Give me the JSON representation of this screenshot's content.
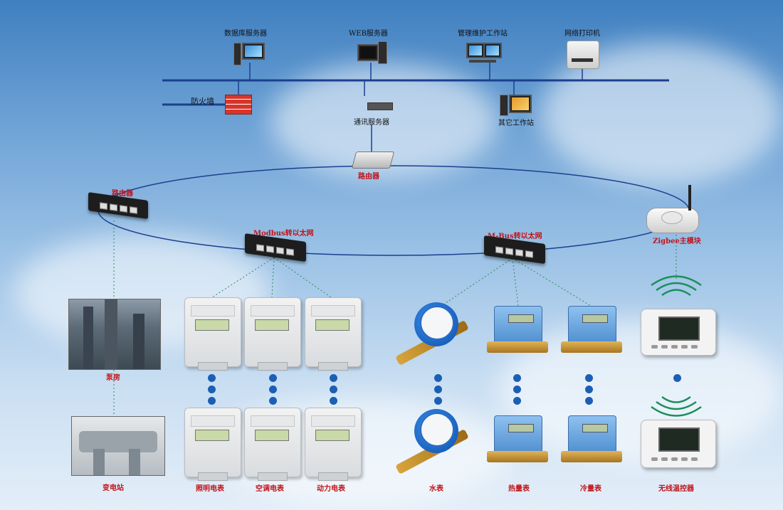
{
  "servers": {
    "database": "数据库服务器",
    "web": "WEB服务器",
    "maintenance": "管理维护工作站",
    "printer": "网络打印机"
  },
  "firewall": "防火墙",
  "comm_server": "通讯服务器",
  "other_workstation": "其它工作站",
  "router_center": "路由器",
  "router_left": "路由器",
  "modbus": "Modbus转以太网",
  "mbus": "M-Bus转以太网",
  "zigbee": "Zigbee主模块",
  "bottom_labels": {
    "pump": "泵房",
    "substation": "变电站",
    "lighting": "照明电表",
    "aircon": "空调电表",
    "power": "动力电表",
    "water": "水表",
    "heat": "热量表",
    "cold": "冷量表",
    "thermostat": "无线温控器"
  },
  "colors": {
    "bus": "#1c3f8f",
    "label_red": "#c0141a",
    "dots": "#1b5fb5"
  }
}
